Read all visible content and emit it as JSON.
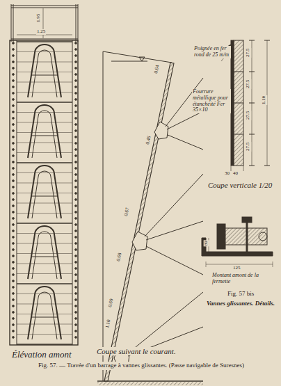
{
  "diagram": {
    "caption": "Fig. 57. — Travée d'un barrage à vannes glissantes. (Passe navigable de Suresnes)",
    "labels": [
      "1.95",
      "1.25",
      "Élévation amont",
      "Coupe suivant le courant.",
      "0.64",
      "0.46",
      "0.67",
      "0.68",
      "0.69",
      "1.10",
      "Poignée en fer rond de 25 m/m",
      "Fourrure métallique pour étanchéité Fer 35×10",
      "27.5",
      "27.5",
      "27.5",
      "27.5",
      "1.10",
      "40",
      "30",
      "Coupe verticale 1/20",
      "89",
      "125",
      "Montant amont de la fermette",
      "Fig. 57 bis",
      "Vannes glissantes. Détails."
    ]
  }
}
